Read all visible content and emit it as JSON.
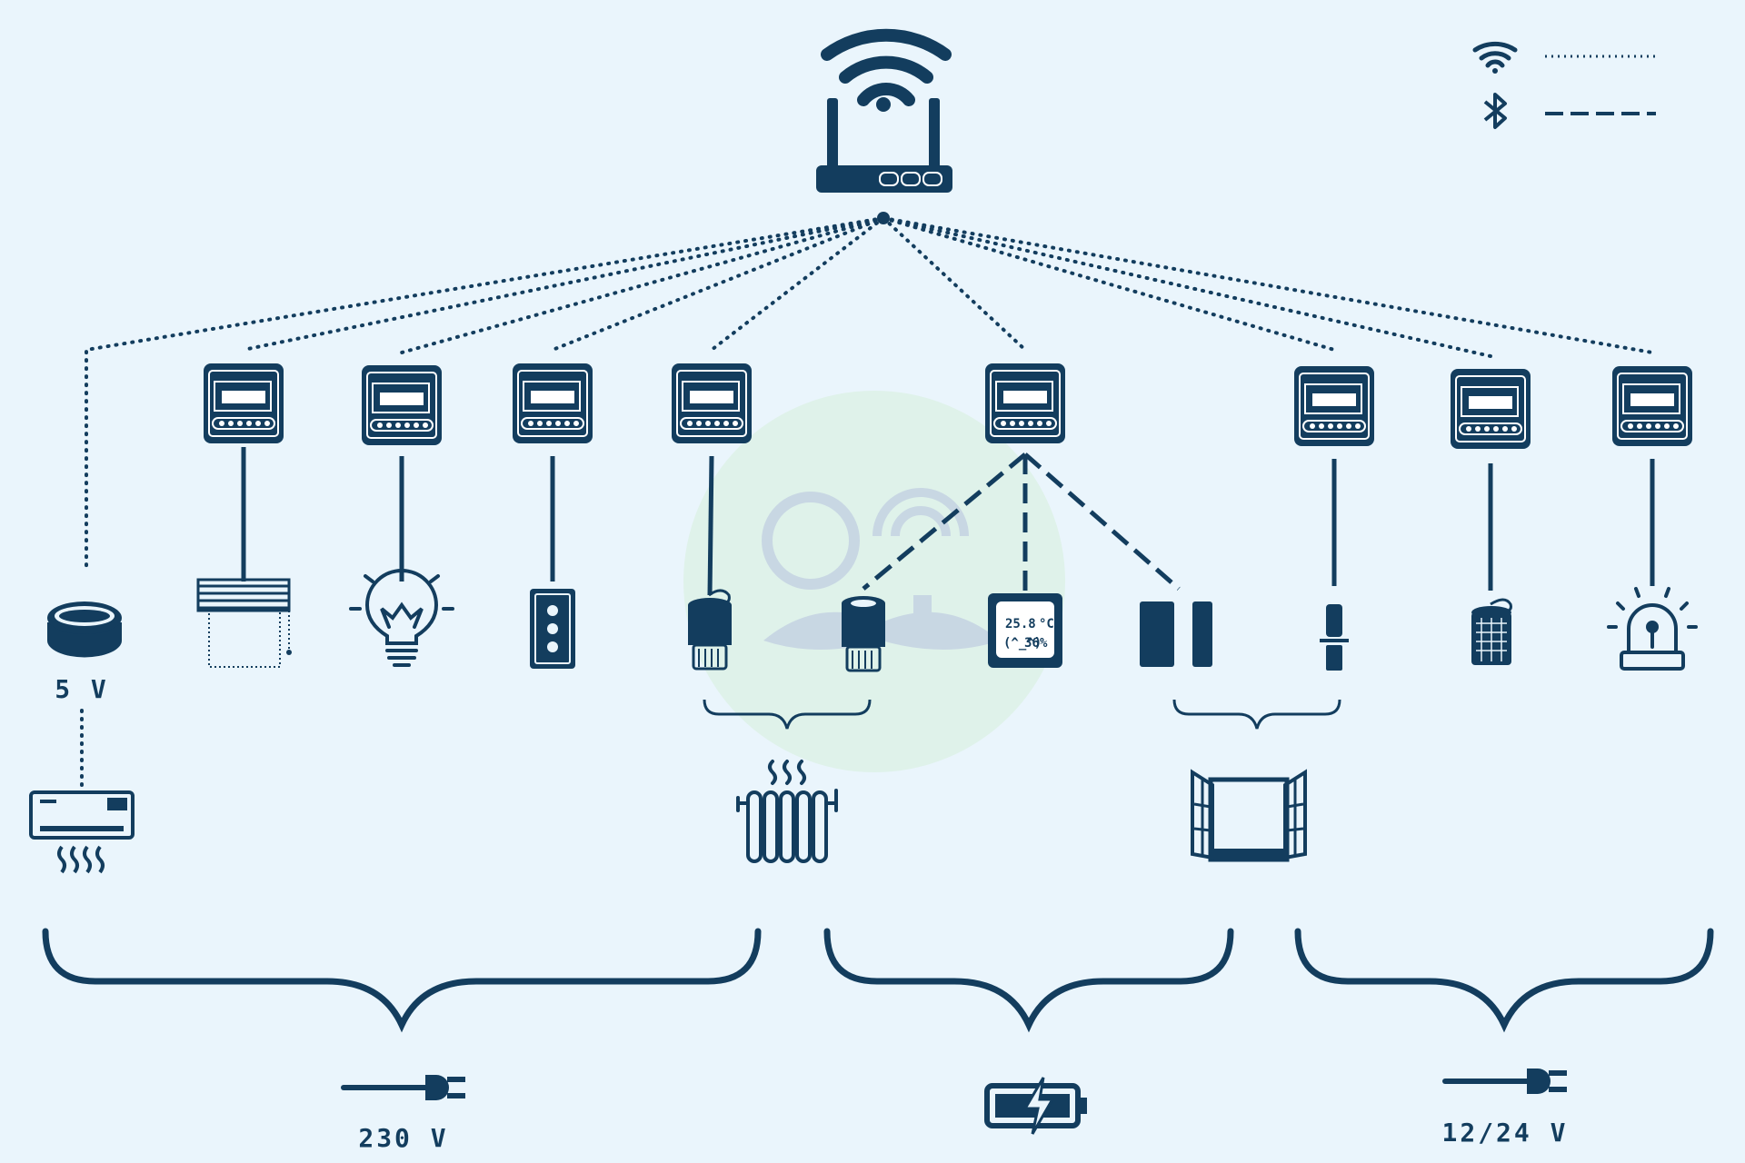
{
  "colors": {
    "primary": "#133d5e",
    "background": "#eaf5fc",
    "watermark_circle": "#dff2ea",
    "watermark_logo": "#c8d7e3"
  },
  "legend": {
    "wifi_icon": "wifi-icon",
    "bluetooth_icon": "bluetooth-icon",
    "wifi_line": "dotted",
    "bluetooth_line": "dashed"
  },
  "labels": {
    "v5": "5 V",
    "v230": "230 V",
    "v1224": "12/24 V"
  },
  "sensor": {
    "temperature": "25.8",
    "temp_unit": "°C",
    "humidity": "36",
    "hum_unit": "%",
    "face": "(^_^)"
  },
  "devices": [
    "smart-speaker-icon",
    "air-conditioner-icon",
    "roller-blind-icon",
    "light-bulb-icon",
    "wall-socket-icon",
    "thermostatic-actuator-icon",
    "radiator-valve-icon",
    "temp-humidity-sensor-icon",
    "door-window-sensor-icon",
    "valve-actuator-icon",
    "motor-actuator-icon",
    "alarm-siren-icon",
    "radiator-icon",
    "window-icon",
    "battery-icon",
    "power-plug-icon"
  ]
}
